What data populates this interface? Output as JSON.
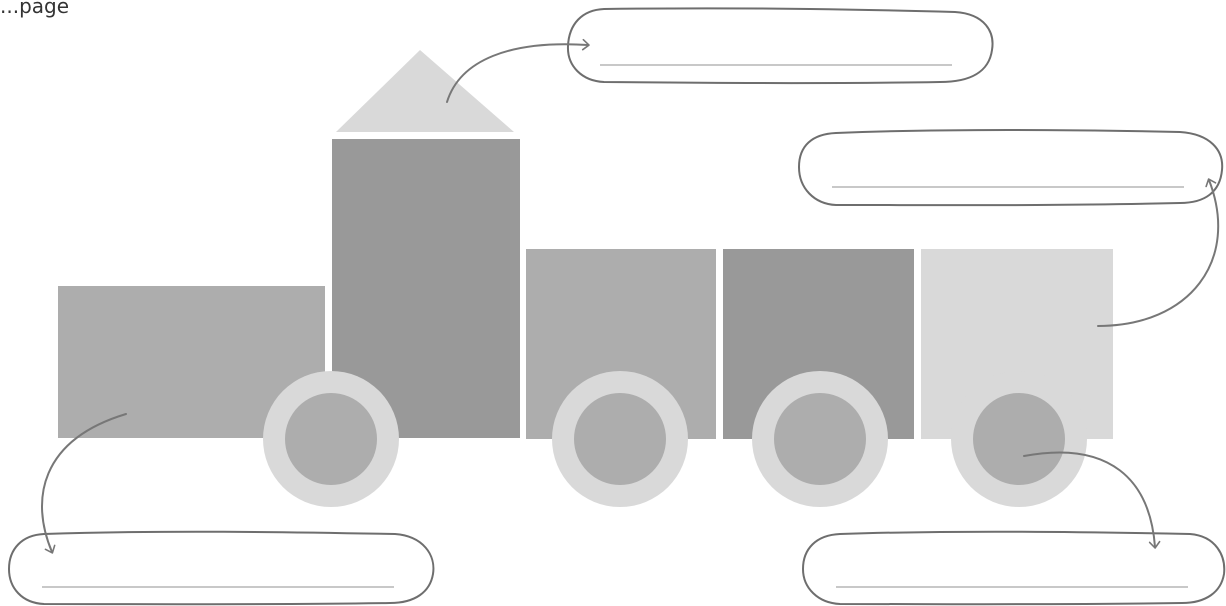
{
  "corner_text": "...page",
  "colors": {
    "background": "#ffffff",
    "block_light": "#d9d9d9",
    "block_mid": "#adadad",
    "block_dark": "#999999",
    "wheel_outer": "#d9d9d9",
    "wheel_inner": "#adadad",
    "outline": "#6e6e6e",
    "answer_line": "#a8a8a8",
    "arrow": "#777777"
  },
  "label_boxes": [
    {
      "id": "top",
      "text": ""
    },
    {
      "id": "right",
      "text": ""
    },
    {
      "id": "bottom-left",
      "text": ""
    },
    {
      "id": "bottom-right",
      "text": ""
    }
  ]
}
